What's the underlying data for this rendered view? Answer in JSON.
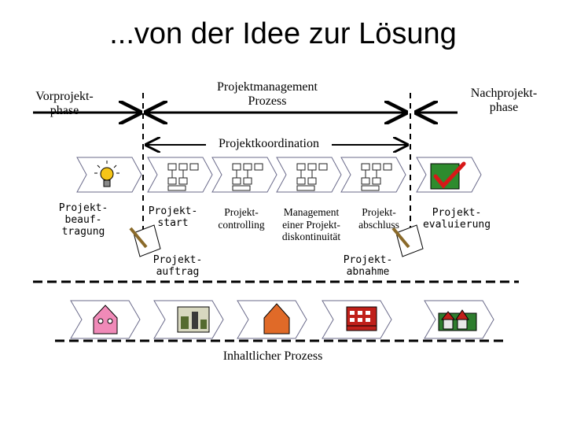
{
  "title": "...von der Idee zur Lösung",
  "phases": {
    "vorprojekt": "Vorprojekt-\nphase",
    "pm_prozess": "Projektmanagement\nProzess",
    "nachprojekt": "Nachprojekt-\nphase"
  },
  "koordination": "Projektkoordination",
  "steps": {
    "beauftragung": "Projekt-\nbeauf-\ntragung",
    "start": "Projekt-\nstart",
    "controlling": "Projekt-\ncontrolling",
    "diskontinuitaet": "Management\neiner Projekt-\ndiskontinuität",
    "abschluss": "Projekt-\nabschluss",
    "evaluierung": "Projekt-\nevaluierung"
  },
  "milestones": {
    "auftrag": "Projekt-\nauftrag",
    "abnahme": "Projekt-\nabnahme"
  },
  "inhaltlicher_prozess": "Inhaltlicher Prozess",
  "colors": {
    "pink_house": "#f08ab8",
    "orange_house": "#e06a28",
    "red_building": "#c0201a",
    "check_red": "#d81818",
    "bulb_yellow": "#f5c518"
  }
}
